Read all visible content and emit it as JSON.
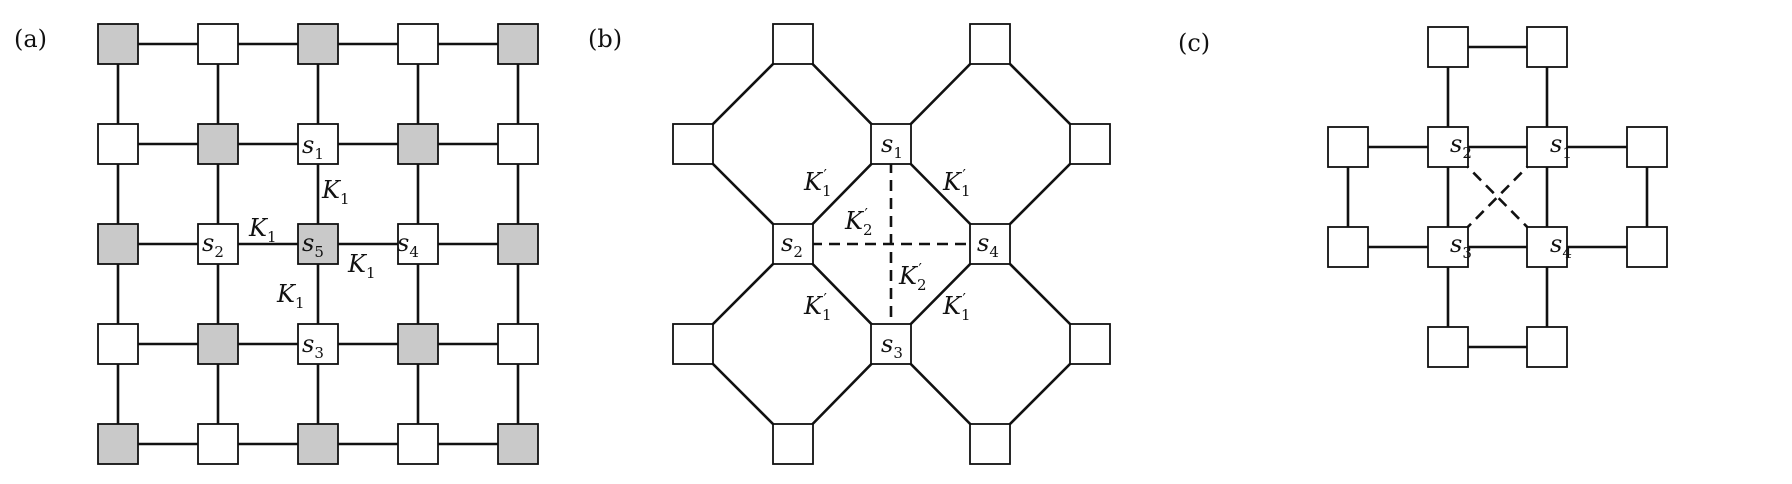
{
  "panels": {
    "a": {
      "label": "(a)",
      "nodes": {
        "s1": "s1",
        "s2": "s2",
        "s3": "s3",
        "s4": "s4",
        "s5": "s5"
      },
      "couplings": [
        "K1",
        "K1",
        "K1",
        "K1"
      ]
    },
    "b": {
      "label": "(b)",
      "nodes": {
        "s1": "s1",
        "s2": "s2",
        "s3": "s3",
        "s4": "s4"
      },
      "couplings": {
        "nn": [
          "K1'",
          "K1'",
          "K1'",
          "K1'"
        ],
        "diag": [
          "K2'",
          "K2'"
        ]
      }
    },
    "c": {
      "label": "(c)",
      "nodes": {
        "s1": "s1",
        "s2": "s2",
        "s3": "s3",
        "s4": "s4"
      }
    }
  },
  "colors": {
    "line": "#111111",
    "decimated_fill": "#c9c9c9",
    "site_fill": "#ffffff"
  }
}
